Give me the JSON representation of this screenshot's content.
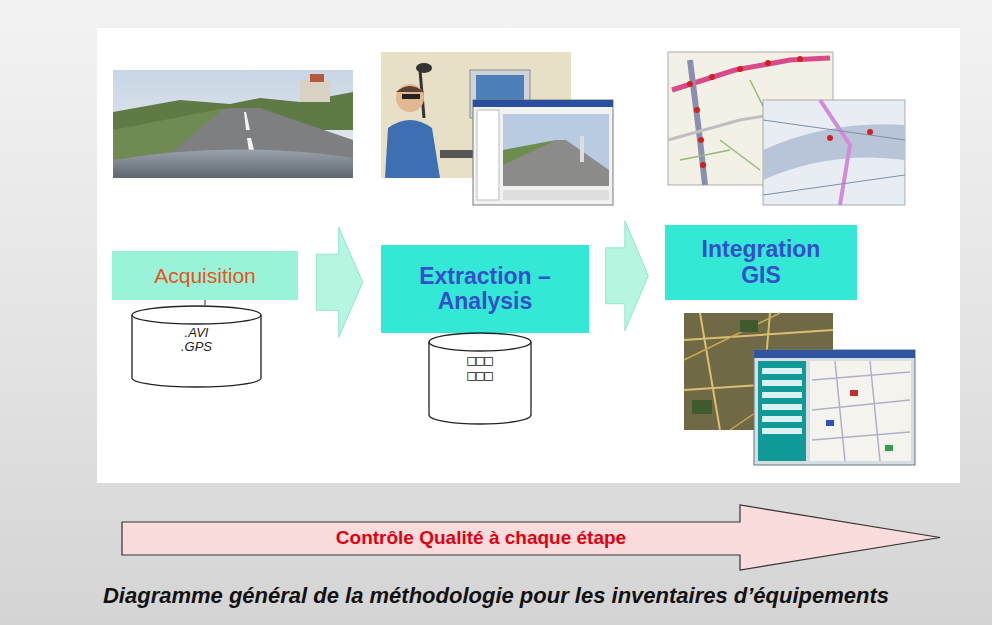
{
  "diagram": {
    "caption": "Diagramme général de la méthodologie pour les inventaires d’équipements",
    "nodes": [
      {
        "text": [
          "Acquisition"
        ]
      },
      {
        "text": [
          ".AVI .GPS"
        ]
      },
      {
        "text": [
          "Extraction – Analysis"
        ]
      },
      {
        "text": [
          "□□□ □□□"
        ]
      },
      {
        "text": [
          "Integration GIS"
        ]
      },
      {
        "text": [
          "Contrôle Qualité à chaque étape"
        ]
      }
    ],
    "edges": [
      {
        "from": 0,
        "to": 2,
        "arrow": "to"
      },
      {
        "from": 2,
        "to": 4,
        "arrow": "to"
      },
      {
        "from": 0,
        "to": 1,
        "arrow": "none"
      },
      {
        "from": 2,
        "to": 3,
        "arrow": "none"
      }
    ]
  }
}
